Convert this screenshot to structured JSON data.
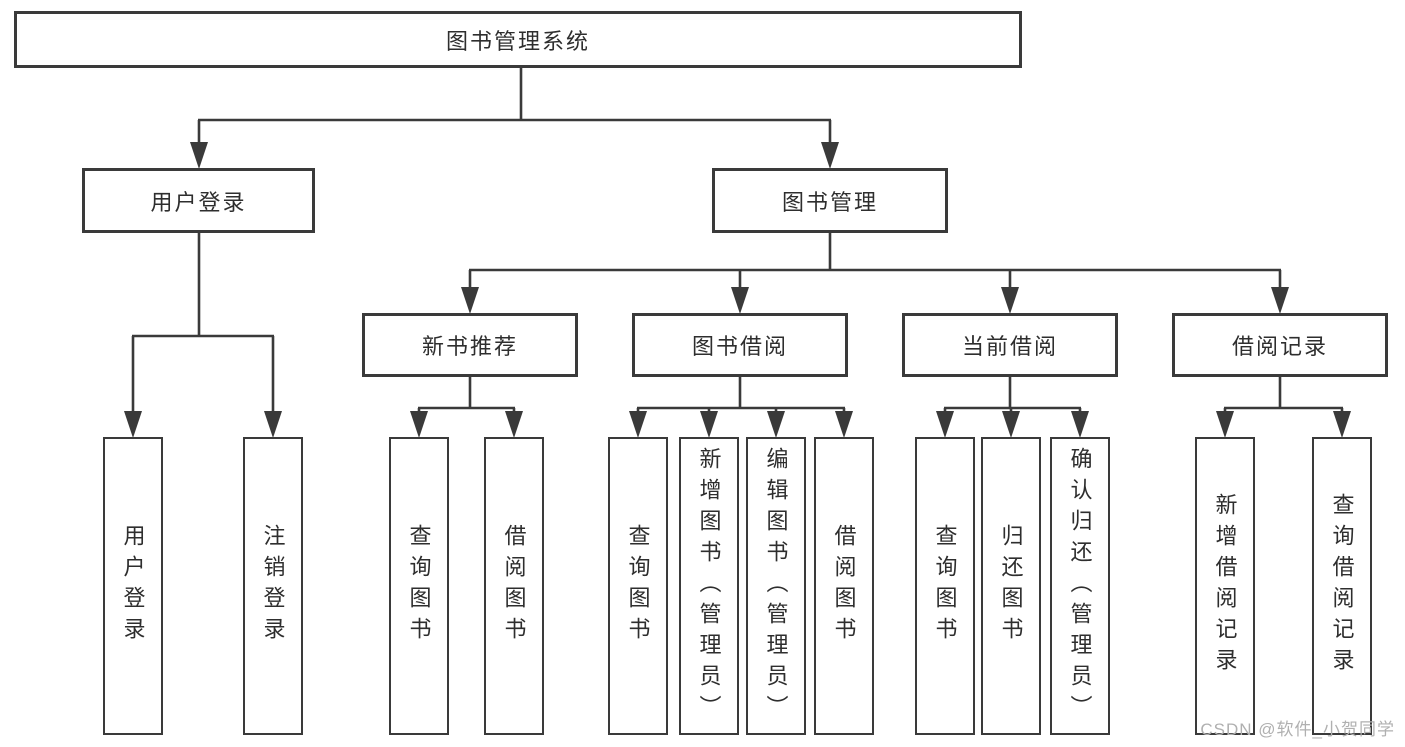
{
  "tree": {
    "label": "图书管理系统",
    "children": [
      {
        "label": "用户登录",
        "children": [
          {
            "label": "用户登录"
          },
          {
            "label": "注销登录"
          }
        ]
      },
      {
        "label": "图书管理",
        "children": [
          {
            "label": "新书推荐",
            "children": [
              {
                "label": "查询图书"
              },
              {
                "label": "借阅图书"
              }
            ]
          },
          {
            "label": "图书借阅",
            "children": [
              {
                "label": "查询图书"
              },
              {
                "label": "新增图书（管理员）"
              },
              {
                "label": "编辑图书（管理员）"
              },
              {
                "label": "借阅图书"
              }
            ]
          },
          {
            "label": "当前借阅",
            "children": [
              {
                "label": "查询图书"
              },
              {
                "label": "归还图书"
              },
              {
                "label": "确认归还（管理员）"
              }
            ]
          },
          {
            "label": "借阅记录",
            "children": [
              {
                "label": "新增借阅记录"
              },
              {
                "label": "查询借阅记录"
              }
            ]
          }
        ]
      }
    ]
  },
  "watermark": "CSDN @软件_小贺同学",
  "colors": {
    "line": "#3a3a3a",
    "box_border": "#3a3a3a",
    "box_fill": "#ffffff",
    "text": "#2e2e2e",
    "watermark": "#b0b0b0",
    "background": "#ffffff"
  }
}
